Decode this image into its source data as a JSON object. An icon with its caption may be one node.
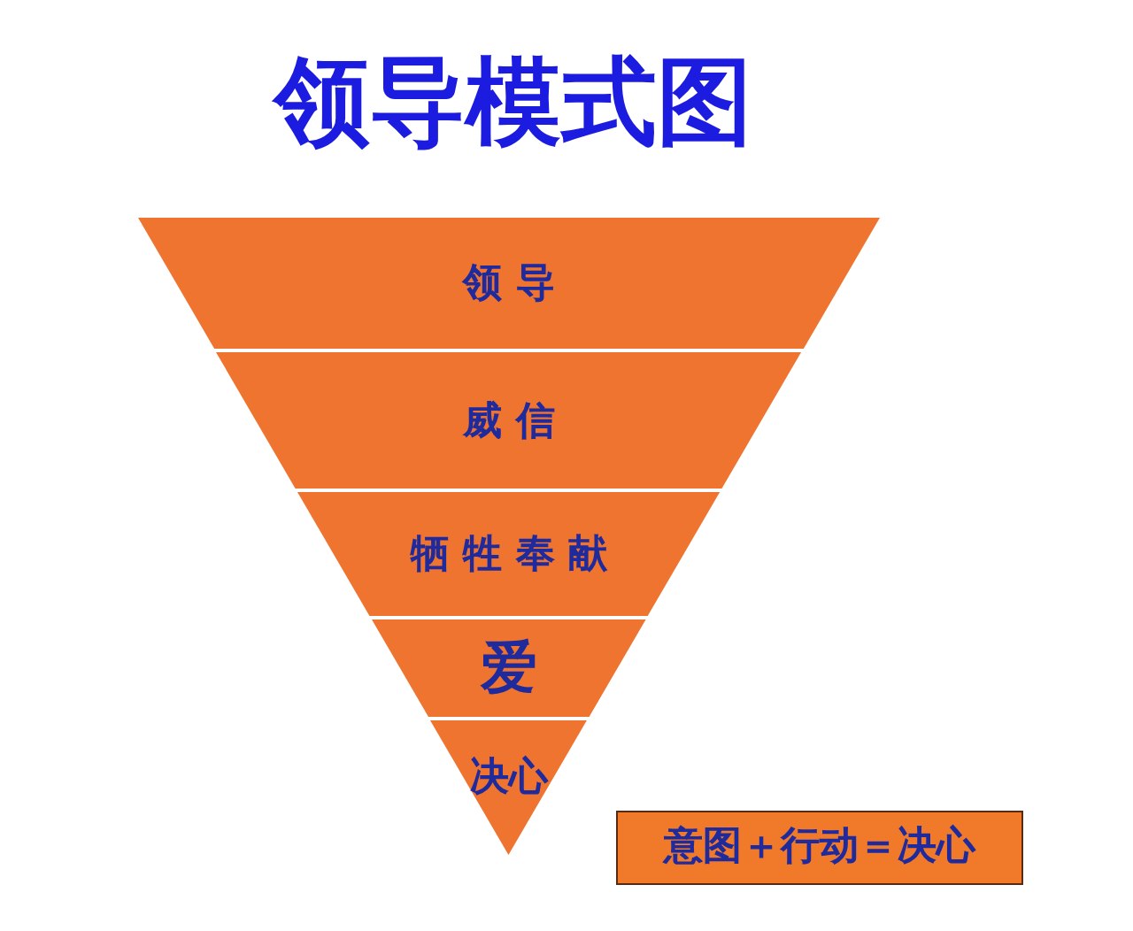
{
  "diagram": {
    "title": "领导模式图",
    "nodes": [
      {
        "text": [
          "领 导"
        ]
      },
      {
        "text": [
          "威 信"
        ]
      },
      {
        "text": [
          "牺 牲 奉 献"
        ]
      },
      {
        "text": [
          "爱"
        ]
      },
      {
        "text": [
          "决心"
        ]
      },
      {
        "text": [
          "意图＋行动＝决心"
        ]
      }
    ],
    "edges": []
  }
}
